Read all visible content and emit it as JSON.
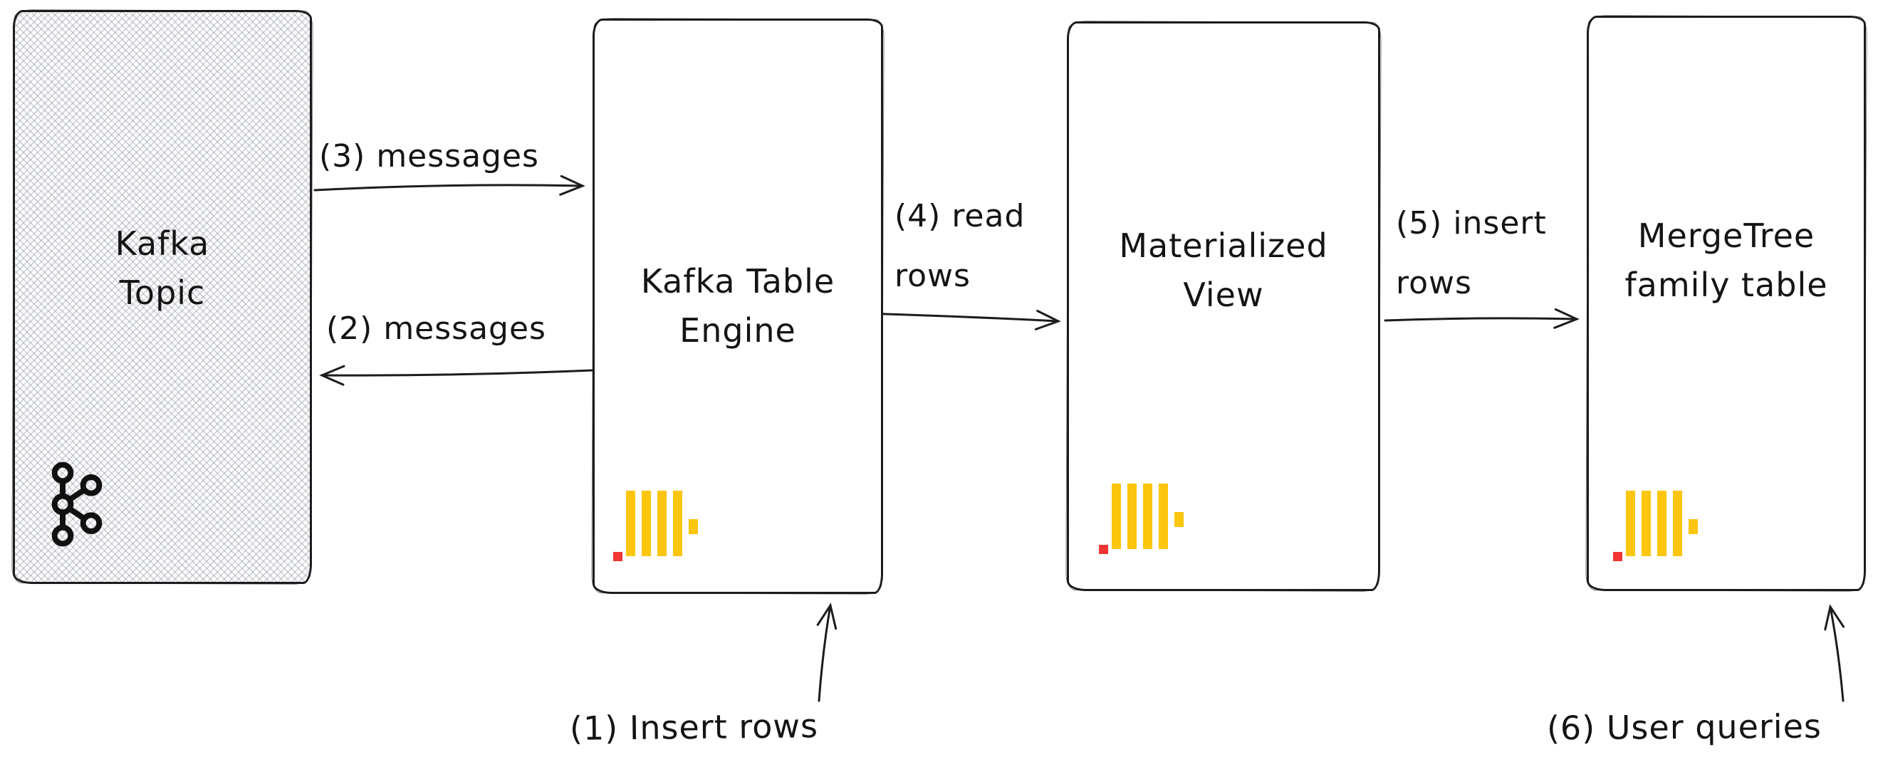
{
  "diagram": {
    "title": "Kafka to ClickHouse ingestion flow",
    "colors": {
      "stroke": "#1c1c1c",
      "clickhouse_yellow": "#FCC60E",
      "clickhouse_red": "#F23434",
      "hatch_gray": "#aab2bf"
    },
    "nodes": {
      "kafka_topic": {
        "label": "Kafka\nTopic",
        "icon": "kafka-logo"
      },
      "kafka_table_engine": {
        "label": "Kafka Table\nEngine",
        "icon": "clickhouse-logo"
      },
      "materialized_view": {
        "label": "Materialized\nView",
        "icon": "clickhouse-logo"
      },
      "mergetree_table": {
        "label": "MergeTree\nfamily table",
        "icon": "clickhouse-logo"
      }
    },
    "edges": {
      "insert_rows": {
        "label": "(1) Insert  rows",
        "from": "external",
        "to": "kafka_table_engine"
      },
      "messages_out": {
        "label": "(2) messages",
        "from": "kafka_table_engine",
        "to": "kafka_topic"
      },
      "messages_in": {
        "label": "(3) messages",
        "from": "kafka_topic",
        "to": "kafka_table_engine"
      },
      "read_rows": {
        "label": "(4) read\nrows",
        "from": "kafka_table_engine",
        "to": "materialized_view"
      },
      "insert_rows_mv": {
        "label": "(5) insert\nrows",
        "from": "materialized_view",
        "to": "mergetree_table"
      },
      "user_queries": {
        "label": "(6) User queries",
        "from": "external",
        "to": "mergetree_table"
      }
    }
  }
}
